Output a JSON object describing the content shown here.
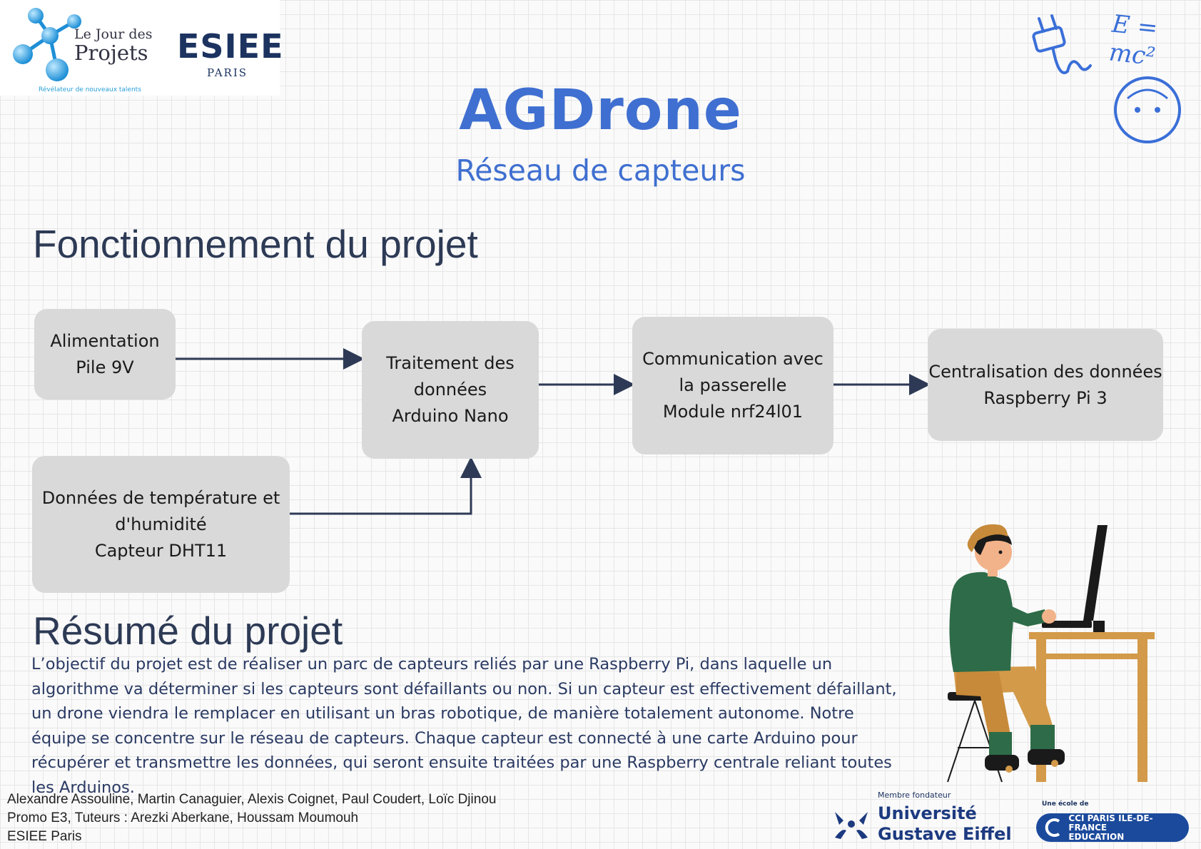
{
  "logos": {
    "ljp_line1": "Le Jour des",
    "ljp_line2": "Projets",
    "ljp_tagline": "Révélateur de nouveaux talents",
    "esiee": "ESIEE",
    "esiee_city": "PARIS"
  },
  "header": {
    "title": "AGDrone",
    "subtitle": "Réseau de capteurs",
    "formula": "E = mc²"
  },
  "sections": {
    "fonctionnement": "Fonctionnement du projet",
    "resume": "Résumé du projet"
  },
  "diagram": {
    "nodes": [
      {
        "id": "alim",
        "lines": [
          "Alimentation",
          "Pile 9V"
        ]
      },
      {
        "id": "traitement",
        "lines": [
          "Traitement des",
          "données",
          "Arduino Nano"
        ]
      },
      {
        "id": "comm",
        "lines": [
          "Communication avec",
          "la passerelle",
          "Module nrf24l01"
        ]
      },
      {
        "id": "central",
        "lines": [
          "Centralisation des données",
          "Raspberry Pi 3"
        ]
      },
      {
        "id": "capteur",
        "lines": [
          "Données de température et",
          "d'humidité",
          "Capteur DHT11"
        ]
      }
    ],
    "edges": [
      {
        "from": "alim",
        "to": "traitement"
      },
      {
        "from": "traitement",
        "to": "comm"
      },
      {
        "from": "comm",
        "to": "central"
      },
      {
        "from": "capteur",
        "to": "traitement"
      }
    ]
  },
  "summary": "L’objectif du projet est de réaliser un parc de capteurs reliés par une Raspberry Pi, dans laquelle un algorithme va déterminer si les capteurs sont défaillants ou non. Si un capteur est effectivement défaillant, un drone viendra le remplacer en utilisant un bras robotique, de manière totalement autonome. Notre équipe se concentre sur le réseau de capteurs. Chaque capteur est connecté à une carte Arduino pour récupérer et transmettre les données, qui seront ensuite traitées par une Raspberry centrale reliant toutes les Arduinos.",
  "credits": {
    "line1": "Alexandre Assouline, Martin Canaguier, Alexis Coignet, Paul Coudert, Loïc Djinou",
    "line2": "Promo E3, Tuteurs : Arezki Aberkane, Houssam Moumouh",
    "line3": "ESIEE Paris"
  },
  "partners": {
    "uge_label": "Membre fondateur",
    "uge_name1": "Université",
    "uge_name2": "Gustave Eiffel",
    "cci_label": "Une école de",
    "cci_name1": "CCI PARIS ILE-DE-FRANCE",
    "cci_name2": "EDUCATION"
  },
  "colors": {
    "accent": "#3f6fd0",
    "box": "#d9d9d9",
    "arrow": "#2e3a55",
    "navy": "#1c3360"
  }
}
